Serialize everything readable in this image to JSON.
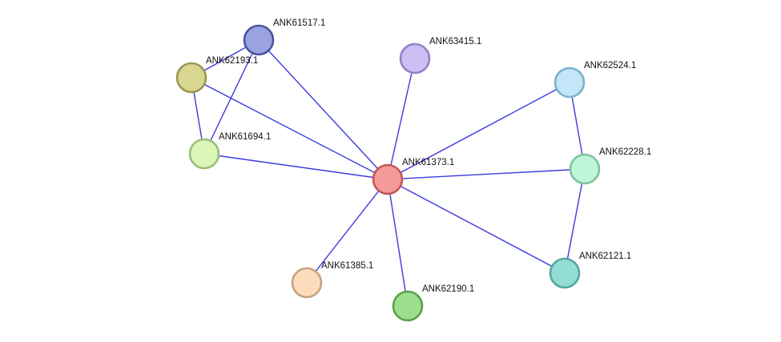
{
  "nodes": [
    {
      "id": "ANK61373.1",
      "label": "ANK61373.1",
      "fill": "#f49a9a",
      "stroke": "#c05858"
    },
    {
      "id": "ANK61517.1",
      "label": "ANK61517.1",
      "fill": "#9aa2e0",
      "stroke": "#4a55a0"
    },
    {
      "id": "ANK62193.1",
      "label": "ANK62193.1",
      "fill": "#d9d68f",
      "stroke": "#9a9650"
    },
    {
      "id": "ANK61694.1",
      "label": "ANK61694.1",
      "fill": "#dcf6b8",
      "stroke": "#98bf78"
    },
    {
      "id": "ANK63415.1",
      "label": "ANK63415.1",
      "fill": "#cdbff4",
      "stroke": "#9282c6"
    },
    {
      "id": "ANK62524.1",
      "label": "ANK62524.1",
      "fill": "#c3e7f8",
      "stroke": "#7cb0cc"
    },
    {
      "id": "ANK62228.1",
      "label": "ANK62228.1",
      "fill": "#c0f6d8",
      "stroke": "#7ec29e"
    },
    {
      "id": "ANK62121.1",
      "label": "ANK62121.1",
      "fill": "#93ddd6",
      "stroke": "#55a69e"
    },
    {
      "id": "ANK61385.1",
      "label": "ANK61385.1",
      "fill": "#fcdcbc",
      "stroke": "#c8a27e"
    },
    {
      "id": "ANK62190.1",
      "label": "ANK62190.1",
      "fill": "#9ddd8b",
      "stroke": "#5aa04c"
    }
  ],
  "edges": [
    [
      "ANK61373.1",
      "ANK61517.1"
    ],
    [
      "ANK61373.1",
      "ANK62193.1"
    ],
    [
      "ANK61373.1",
      "ANK61694.1"
    ],
    [
      "ANK61373.1",
      "ANK63415.1"
    ],
    [
      "ANK61373.1",
      "ANK62524.1"
    ],
    [
      "ANK61373.1",
      "ANK62228.1"
    ],
    [
      "ANK61373.1",
      "ANK62121.1"
    ],
    [
      "ANK61373.1",
      "ANK61385.1"
    ],
    [
      "ANK61373.1",
      "ANK62190.1"
    ],
    [
      "ANK61517.1",
      "ANK62193.1"
    ],
    [
      "ANK61517.1",
      "ANK61694.1"
    ],
    [
      "ANK62193.1",
      "ANK61694.1"
    ],
    [
      "ANK62524.1",
      "ANK62228.1"
    ],
    [
      "ANK62228.1",
      "ANK62121.1"
    ]
  ],
  "colors": {
    "edge": "#3a3ae0",
    "label": "#111111",
    "background": "#ffffff"
  }
}
